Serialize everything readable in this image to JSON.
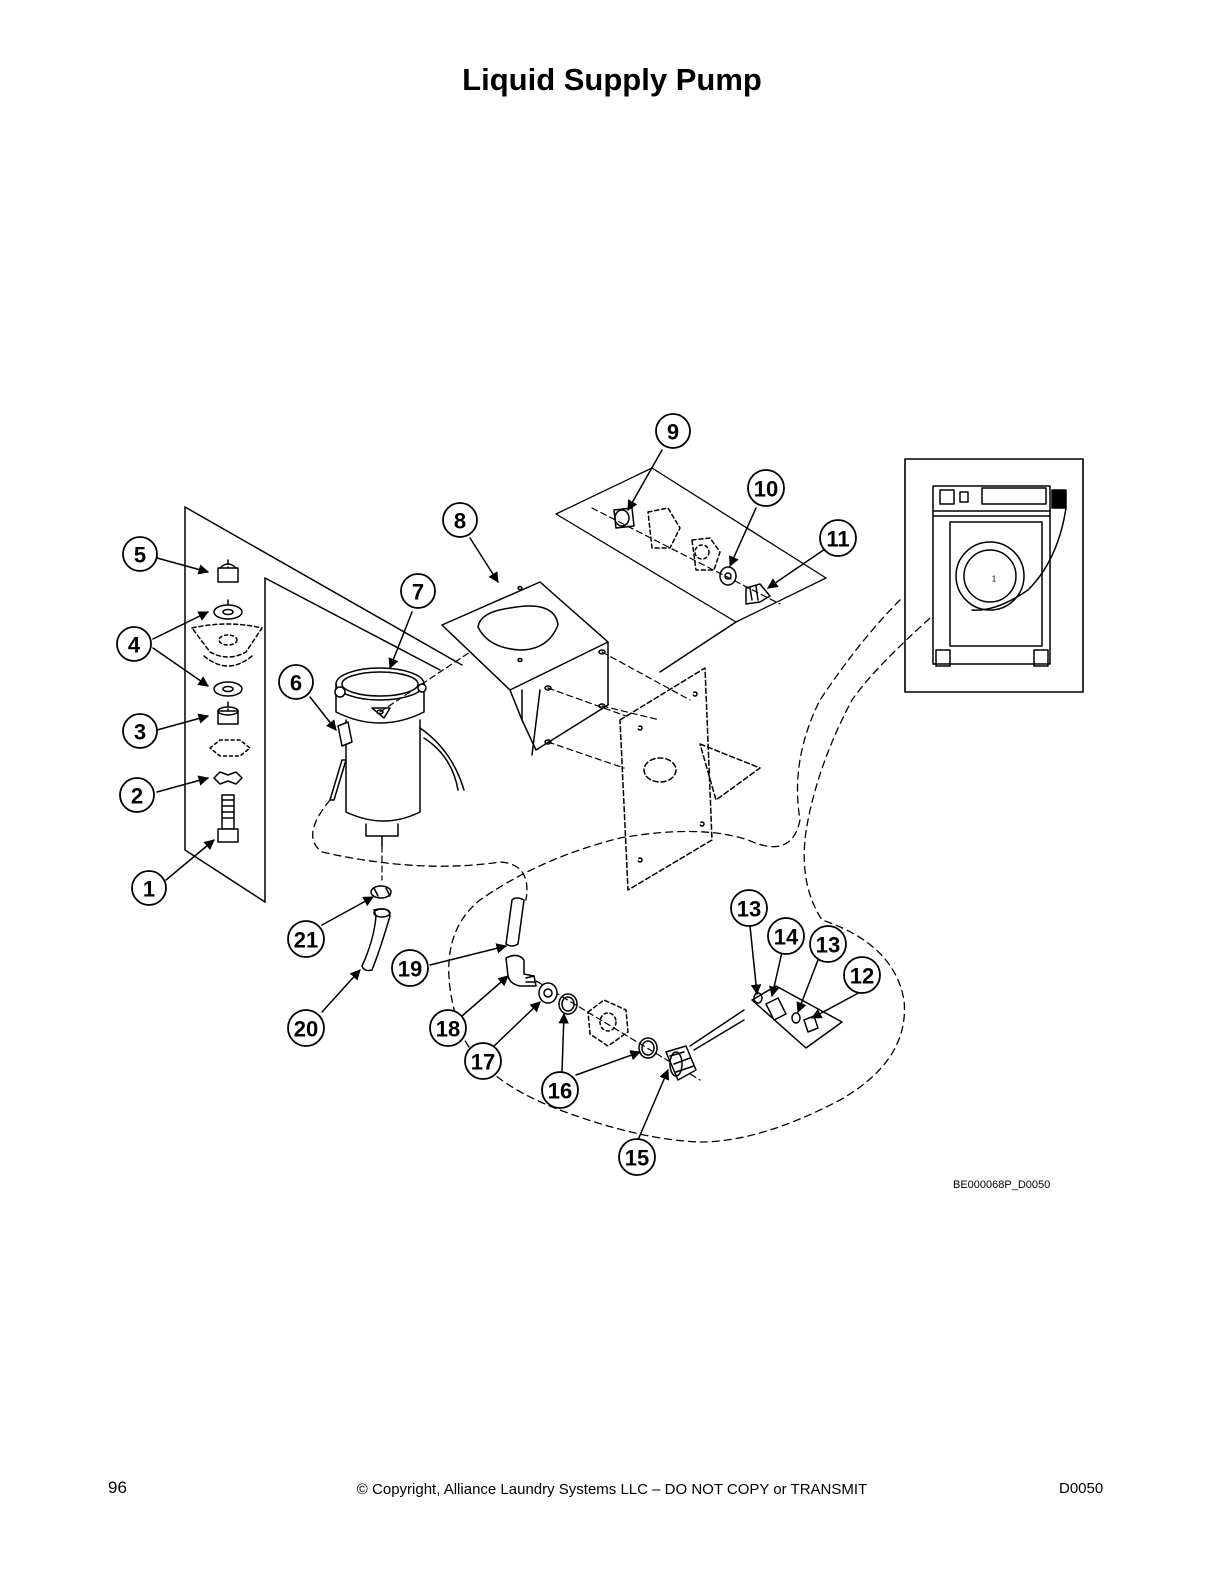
{
  "page": {
    "title": "Liquid Supply Pump",
    "figure_id": "BE000068P_D0050",
    "page_number": "96",
    "copyright": "© Copyright, Alliance Laundry Systems LLC – DO NOT COPY or TRANSMIT",
    "doc_code": "D0050"
  },
  "callouts": {
    "c1": "1",
    "c2": "2",
    "c3": "3",
    "c4": "4",
    "c5": "5",
    "c6": "6",
    "c7": "7",
    "c8": "8",
    "c9": "9",
    "c10": "10",
    "c11": "11",
    "c12": "12",
    "c13a": "13",
    "c13b": "13",
    "c14": "14",
    "c15": "15",
    "c16": "16",
    "c17": "17",
    "c18": "18",
    "c19": "19",
    "c20": "20",
    "c21": "21"
  },
  "inset": {
    "detail_label": "1"
  }
}
